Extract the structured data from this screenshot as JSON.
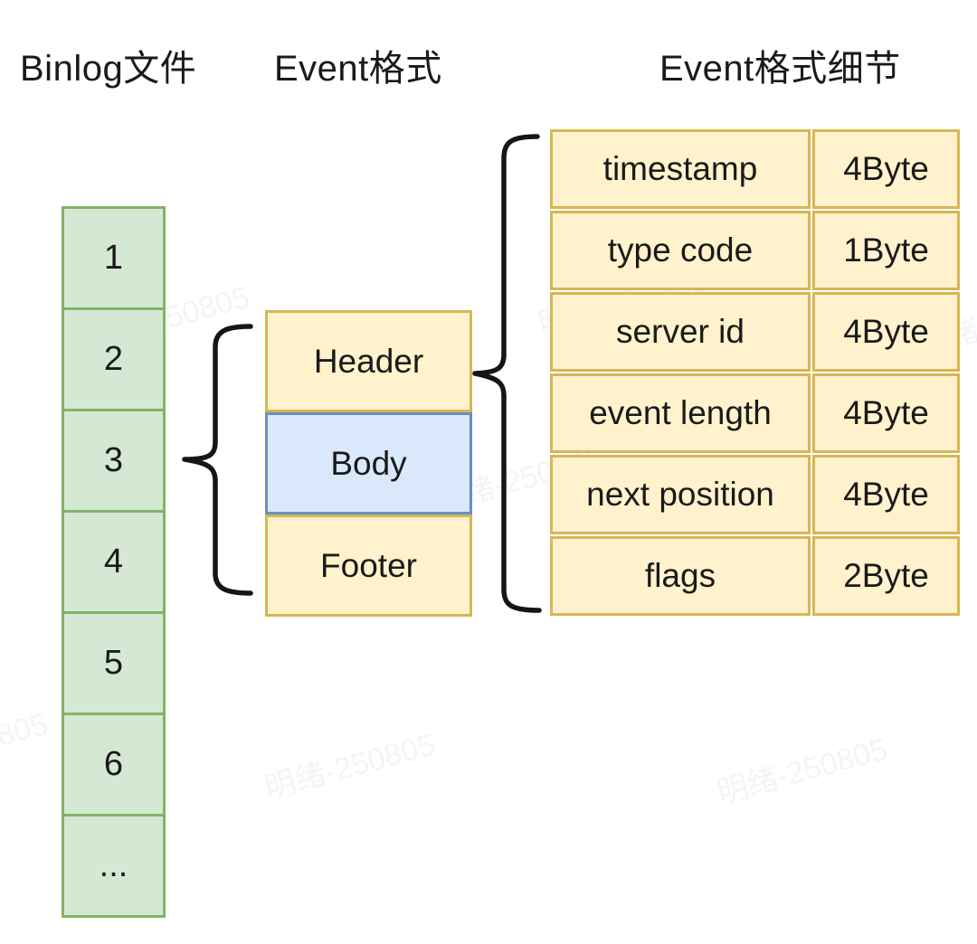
{
  "titles": {
    "binlog": "Binlog文件",
    "event_format": "Event格式",
    "event_detail": "Event格式细节"
  },
  "binlog_column": {
    "cells": [
      "1",
      "2",
      "3",
      "4",
      "5",
      "6",
      "..."
    ]
  },
  "event_box": {
    "header": "Header",
    "body": "Body",
    "footer": "Footer"
  },
  "detail_table": {
    "rows": [
      {
        "field": "timestamp",
        "size": "4Byte"
      },
      {
        "field": "type code",
        "size": "1Byte"
      },
      {
        "field": "server id",
        "size": "4Byte"
      },
      {
        "field": "event length",
        "size": "4Byte"
      },
      {
        "field": "next position",
        "size": "4Byte"
      },
      {
        "field": "flags",
        "size": "2Byte"
      }
    ]
  },
  "watermark": {
    "text": "明绪-250805"
  },
  "colors": {
    "green_fill": "#d5e8d4",
    "green_border": "#82b366",
    "yellow_fill": "#fff2cc",
    "yellow_border": "#d6b656",
    "blue_fill": "#dae8fc",
    "blue_border": "#6c8ebf",
    "line": "#161616",
    "text": "#1a1a1a"
  }
}
